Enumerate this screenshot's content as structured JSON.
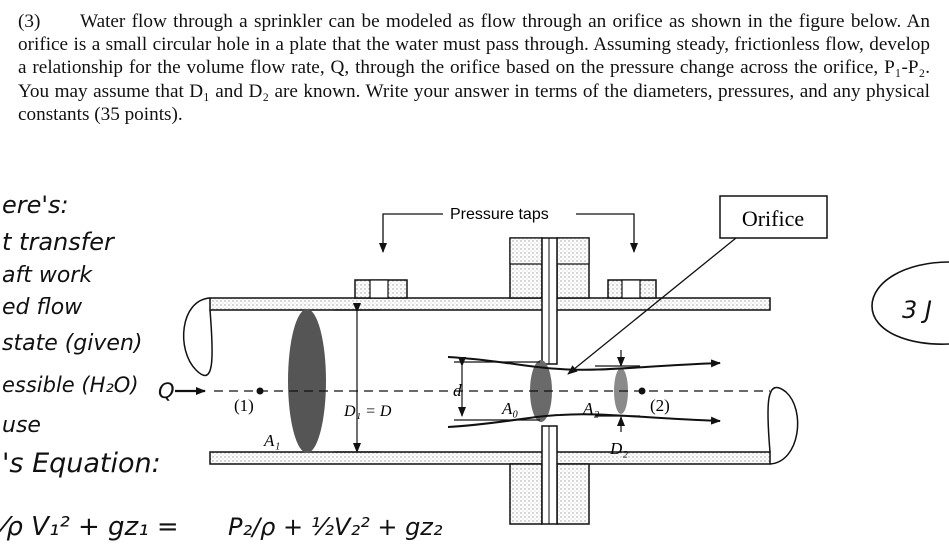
{
  "problem": {
    "number": "(3)",
    "text": "Water flow through a sprinkler can be modeled as flow through an orifice as shown in the figure below. An orifice is a small circular hole in a plate that the water must pass through. Assuming steady, frictionless flow, develop a relationship for the volume flow rate, Q, through the orifice based on the pressure change across the orifice, P₁-P₂. You may assume that D₁ and D₂ are known. Write your answer in terms of the diameters, pressures, and any physical constants (35 points)."
  },
  "figure": {
    "pressure_taps": "Pressure taps",
    "orifice": "Orifice",
    "station1": "(1)",
    "station2": "(2)",
    "d": "d",
    "D1": "D₁ = D",
    "D2": "D₂",
    "A0": "A₀",
    "A1": "A₁",
    "A2": "A₂"
  },
  "handwriting": {
    "line1": "ere's:",
    "line2": "t transfer",
    "line3": "aft work",
    "line4": "ed flow",
    "line5": "state (given)",
    "line6": "essible (H₂O)",
    "arrow_label": "Q",
    "line7": "use",
    "line8": "'s Equation:",
    "equation_left": "⁄ρ V₁² + gz₁ =",
    "equation_right": "P₂/ρ + ½V₂² + gz₂",
    "circled": "3 J"
  }
}
